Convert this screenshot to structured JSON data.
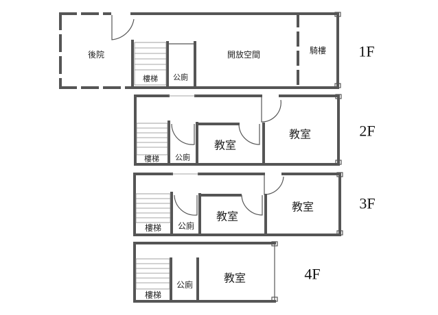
{
  "floors": [
    {
      "id": "1f",
      "label": "1F",
      "rooms": {
        "backyard": "後院",
        "stairs": "樓梯",
        "restroom": "公廁",
        "open_space": "開放空間",
        "arcade": "騎樓"
      }
    },
    {
      "id": "2f",
      "label": "2F",
      "rooms": {
        "stairs": "樓梯",
        "restroom": "公廁",
        "classroom_small": "教室",
        "classroom_large": "教室"
      }
    },
    {
      "id": "3f",
      "label": "3F",
      "rooms": {
        "stairs": "樓梯",
        "restroom": "公廁",
        "classroom_small": "教室",
        "classroom_large": "教室"
      }
    },
    {
      "id": "4f",
      "label": "4F",
      "rooms": {
        "stairs": "樓梯",
        "restroom": "公廁",
        "classroom": "教室"
      }
    }
  ]
}
